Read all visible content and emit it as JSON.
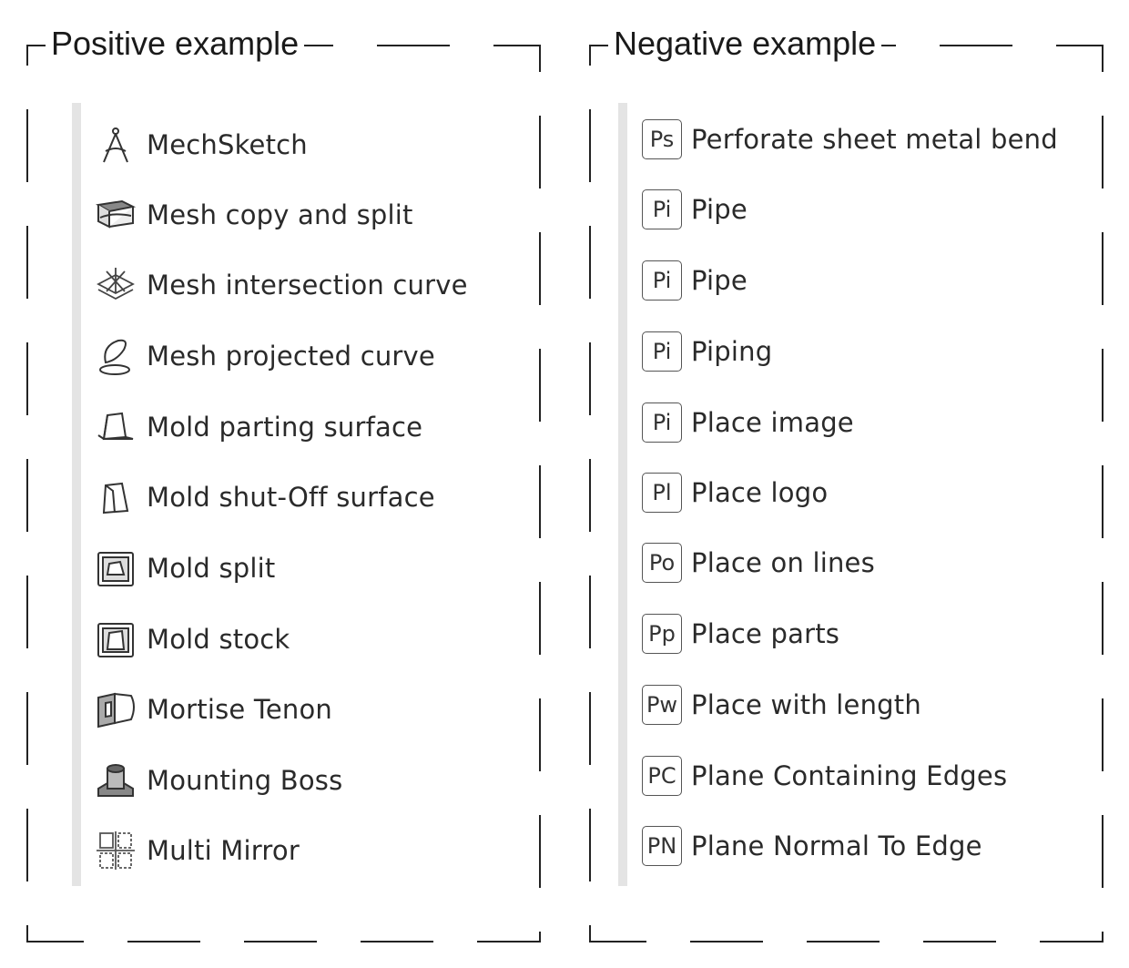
{
  "positive": {
    "title": "Positive example",
    "items": [
      {
        "label": "MechSketch",
        "icon": "compass-icon"
      },
      {
        "label": "Mesh copy and split",
        "icon": "mesh-copy-icon"
      },
      {
        "label": "Mesh intersection curve",
        "icon": "mesh-intersection-icon"
      },
      {
        "label": "Mesh projected curve",
        "icon": "mesh-projected-curve-icon"
      },
      {
        "label": "Mold parting surface",
        "icon": "mold-parting-icon"
      },
      {
        "label": "Mold shut-Off surface",
        "icon": "mold-shutoff-icon"
      },
      {
        "label": "Mold split",
        "icon": "mold-split-icon"
      },
      {
        "label": "Mold stock",
        "icon": "mold-stock-icon"
      },
      {
        "label": "Mortise Tenon",
        "icon": "mortise-tenon-icon"
      },
      {
        "label": "Mounting Boss",
        "icon": "mounting-boss-icon"
      },
      {
        "label": "Multi Mirror",
        "icon": "multi-mirror-icon"
      }
    ]
  },
  "negative": {
    "title": "Negative example",
    "items": [
      {
        "abbr": "Ps",
        "label": "Perforate sheet metal bend"
      },
      {
        "abbr": "Pi",
        "label": "Pipe"
      },
      {
        "abbr": "Pi",
        "label": "Pipe"
      },
      {
        "abbr": "Pi",
        "label": "Piping"
      },
      {
        "abbr": "Pi",
        "label": "Place image"
      },
      {
        "abbr": "Pl",
        "label": "Place logo"
      },
      {
        "abbr": "Po",
        "label": "Place on lines"
      },
      {
        "abbr": "Pp",
        "label": "Place parts"
      },
      {
        "abbr": "Pw",
        "label": "Place with length"
      },
      {
        "abbr": "PC",
        "label": "Plane Containing Edges"
      },
      {
        "abbr": "PN",
        "label": "Plane Normal To Edge"
      }
    ]
  },
  "colors": {
    "frame": "#222222",
    "sidebar": "#e4e4e4",
    "text": "#2a2a2a"
  }
}
